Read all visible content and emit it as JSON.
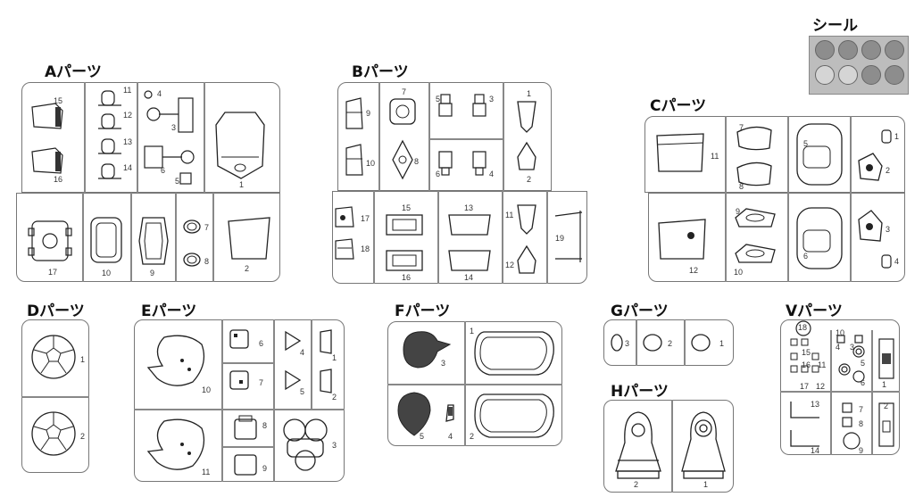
{
  "seal": {
    "title": "シール"
  },
  "frames": {
    "A": {
      "title": "Aパーツ",
      "parts": [
        "15",
        "16",
        "11",
        "12",
        "13",
        "14",
        "4",
        "3",
        "6",
        "5",
        "1",
        "17",
        "10",
        "9",
        "7",
        "8",
        "2"
      ]
    },
    "B": {
      "title": "Bパーツ",
      "parts": [
        "9",
        "10",
        "7",
        "8",
        "5",
        "3",
        "6",
        "4",
        "1",
        "2",
        "17",
        "18",
        "15",
        "16",
        "13",
        "14",
        "11",
        "12",
        "19"
      ]
    },
    "C": {
      "title": "Cパーツ",
      "parts": [
        "11",
        "12",
        "7",
        "8",
        "9",
        "10",
        "5",
        "6",
        "1",
        "2",
        "3",
        "4"
      ]
    },
    "D": {
      "title": "Dパーツ",
      "parts": [
        "1",
        "2"
      ]
    },
    "E": {
      "title": "Eパーツ",
      "parts": [
        "10",
        "11",
        "6",
        "7",
        "8",
        "9",
        "4",
        "5",
        "1",
        "2",
        "3"
      ]
    },
    "F": {
      "title": "Fパーツ",
      "parts": [
        "3",
        "5",
        "4",
        "1",
        "2"
      ]
    },
    "G": {
      "title": "Gパーツ",
      "parts": [
        "3",
        "2",
        "1"
      ]
    },
    "H": {
      "title": "Hパーツ",
      "parts": [
        "2",
        "1"
      ]
    },
    "V": {
      "title": "Vパーツ",
      "parts": [
        "18",
        "15",
        "16",
        "17",
        "11",
        "12",
        "10",
        "4",
        "3",
        "5",
        "6",
        "1",
        "13",
        "14",
        "7",
        "8",
        "9",
        "2"
      ]
    }
  }
}
